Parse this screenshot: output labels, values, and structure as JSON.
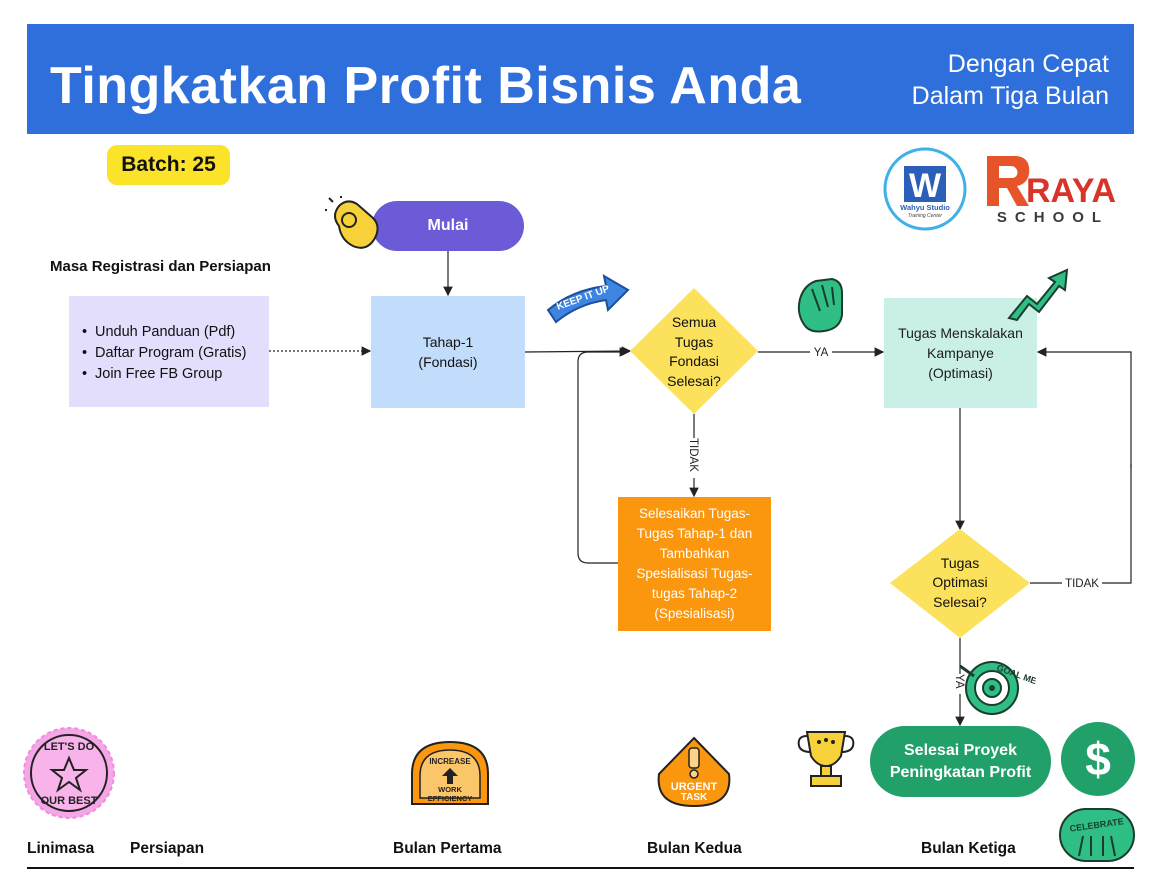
{
  "header": {
    "title": "Tingkatkan Profit Bisnis Anda",
    "subtitle_line1": "Dengan Cepat",
    "subtitle_line2": "Dalam Tiga Bulan"
  },
  "batch": "Batch: 25",
  "logos": {
    "wahyu_main": "W",
    "wahyu_ring": "Wahyu Studio",
    "wahyu_sub": "Training Center",
    "raya_top": "RAYA",
    "raya_bottom": "SCHOOL"
  },
  "prep": {
    "heading": "Masa Registrasi dan Persiapan",
    "items": [
      "Unduh Panduan (Pdf)",
      "Daftar Program (Gratis)",
      "Join Free FB Group"
    ],
    "bullet": "•"
  },
  "nodes": {
    "start": "Mulai",
    "tahap1_line1": "Tahap-1",
    "tahap1_line2": "(Fondasi)",
    "decision1": [
      "Semua",
      "Tugas",
      "Fondasi",
      "Selesai?"
    ],
    "task_fondasi": [
      "Selesaikan Tugas-",
      "Tugas Tahap-1 dan",
      "Tambahkan",
      "Spesialisasi Tugas-",
      "tugas Tahap-2",
      "(Spesialisasi)"
    ],
    "scale": [
      "Tugas Menskalakan",
      "Kampanye",
      "(Optimasi)"
    ],
    "decision2": [
      "Tugas",
      "Optimasi",
      "Selesai?"
    ],
    "finish_line1": "Selesai Proyek",
    "finish_line2": "Peningkatan Profit"
  },
  "edge_labels": {
    "yes1": "YA",
    "no1": "TIDAK",
    "no2": "TIDAK",
    "yes2": "YA"
  },
  "stickers": {
    "keep_it_up": "KEEP IT UP",
    "goal_met": "GOAL MET!",
    "lets_do": [
      "LET'S DO",
      "OUR BEST"
    ],
    "increase": [
      "INCREASE",
      "WORK",
      "EFFICIENCY"
    ],
    "urgent": [
      "URGENT",
      "TASK"
    ],
    "celebrate": "CELEBRATE",
    "dollar": "$"
  },
  "timeline": {
    "label": "Linimasa",
    "phases": [
      "Persiapan",
      "Bulan Pertama",
      "Bulan Kedua",
      "Bulan Ketiga"
    ]
  },
  "colors": {
    "header": "#2f6fdb",
    "batch": "#fbe32a",
    "prep": "#e3defc",
    "start": "#6b5bd6",
    "tahap1": "#c2dcfb",
    "decision": "#fbe15c",
    "task": "#fb960f",
    "scale": "#c9efe6",
    "finish": "#21a06a"
  }
}
